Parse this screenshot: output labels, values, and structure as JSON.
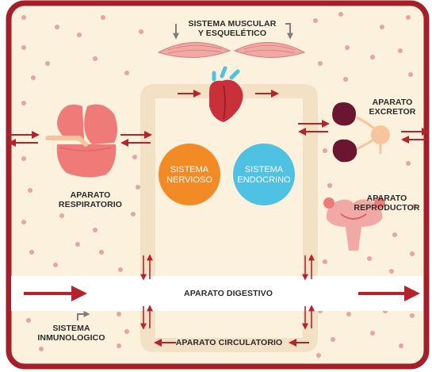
{
  "labels": {
    "muscular_line1": "SISTEMA MUSCULAR",
    "muscular_line2": "Y ESQUELÉTICO",
    "excretor_line1": "APARATO",
    "excretor_line2": "EXCRETOR",
    "respiratorio_line1": "APARATO",
    "respiratorio_line2": "RESPIRATORIO",
    "reproductor_line1": "APARATO",
    "reproductor_line2": "REPRODUCTOR",
    "nervioso_line1": "SISTEMA",
    "nervioso_line2": "NERVIOSO",
    "endocrino_line1": "SISTEMA",
    "endocrino_line2": "ENDOCRINO",
    "digestivo": "APARATO DIGESTIVO",
    "inmunologico_line1": "SISTEMA",
    "inmunologico_line2": "INMUNOLOGICO",
    "circulatorio": "APARATO CIRCULATORIO"
  },
  "colors": {
    "frame": "#a3202a",
    "background": "#fbf1dc",
    "loop": "#f3e1c6",
    "arrow": "#b5232b",
    "dots": "#e8a3a3",
    "nervioso": "#f28a25",
    "endocrino": "#4fc1e3",
    "lung": "#ee7b78",
    "kidney": "#6a1630",
    "muscle": "#f1a9a6",
    "icon_gray": "#7d7d7d"
  }
}
